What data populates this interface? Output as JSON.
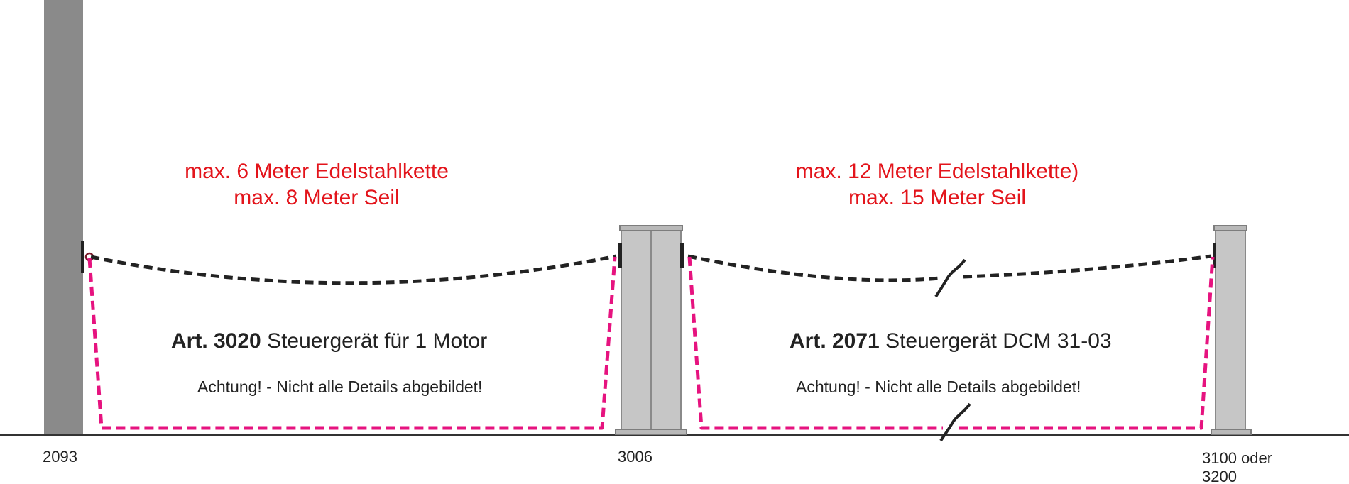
{
  "colors": {
    "limit_text": "#e3141b",
    "chain": "#222222",
    "cable": "#e6137f",
    "wall": "#8a8a8a",
    "post": "#c6c6c6",
    "ground": "#333333"
  },
  "left_section": {
    "limit_line1": "max. 6 Meter Edelstahlkette",
    "limit_line2": "max. 8 Meter Seil",
    "article_prefix": "Art. 3020",
    "article_text": " Steuergerät für 1 Motor",
    "note": "Achtung! - Nicht alle Details abgebildet!"
  },
  "right_section": {
    "limit_line1": "max. 12 Meter Edelstahlkette)",
    "limit_line2": "max. 15  Meter Seil",
    "article_prefix": "Art. 2071",
    "article_text": " Steuergerät DCM 31-03",
    "note": "Achtung! - Nicht alle Details abgebildet!"
  },
  "items": {
    "wall": "2093",
    "center_post": "3006",
    "end_post_line1": "3100 oder",
    "end_post_line2": "3200"
  }
}
